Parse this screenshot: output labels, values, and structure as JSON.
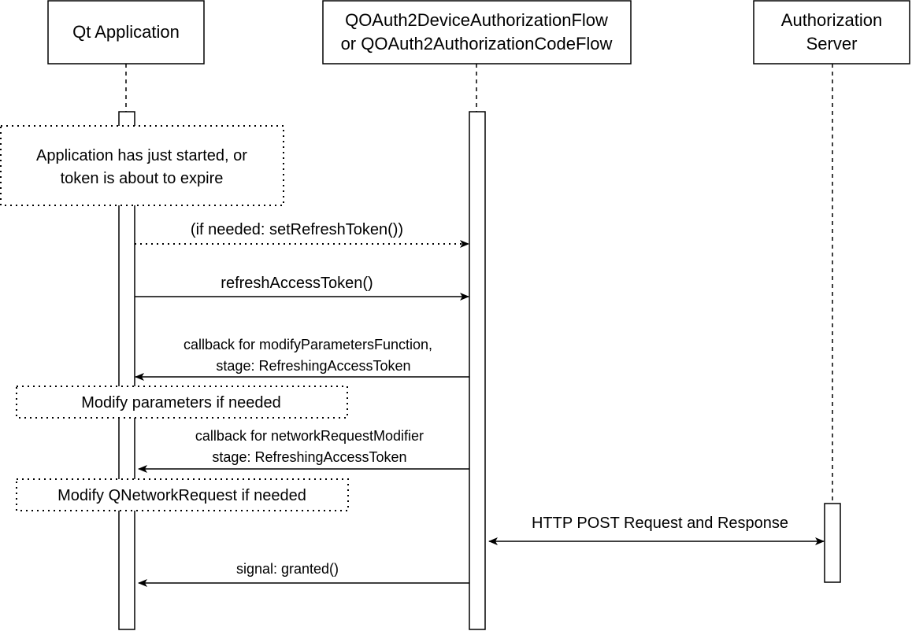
{
  "participants": {
    "app": {
      "label": "Qt Application"
    },
    "flow": {
      "line1": "QOAuth2DeviceAuthorizationFlow",
      "line2": "or QOAuth2AuthorizationCodeFlow"
    },
    "server": {
      "line1": "Authorization",
      "line2": "Server"
    }
  },
  "notes": {
    "start": {
      "line1": "Application has just started, or",
      "line2": "token is about to expire"
    },
    "modify_params": {
      "label": "Modify parameters if needed"
    },
    "modify_request": {
      "label": "Modify QNetworkRequest if needed"
    }
  },
  "messages": {
    "set_refresh": {
      "label": "(if needed: setRefreshToken())"
    },
    "refresh": {
      "label": "refreshAccessToken()"
    },
    "cb_params": {
      "line1": "callback for modifyParametersFunction,",
      "line2": "stage: RefreshingAccessToken"
    },
    "cb_request": {
      "line1": "callback for networkRequestModifier",
      "line2": "stage: RefreshingAccessToken"
    },
    "http": {
      "label": "HTTP POST Request and Response"
    },
    "granted": {
      "label": "signal: granted()"
    }
  }
}
